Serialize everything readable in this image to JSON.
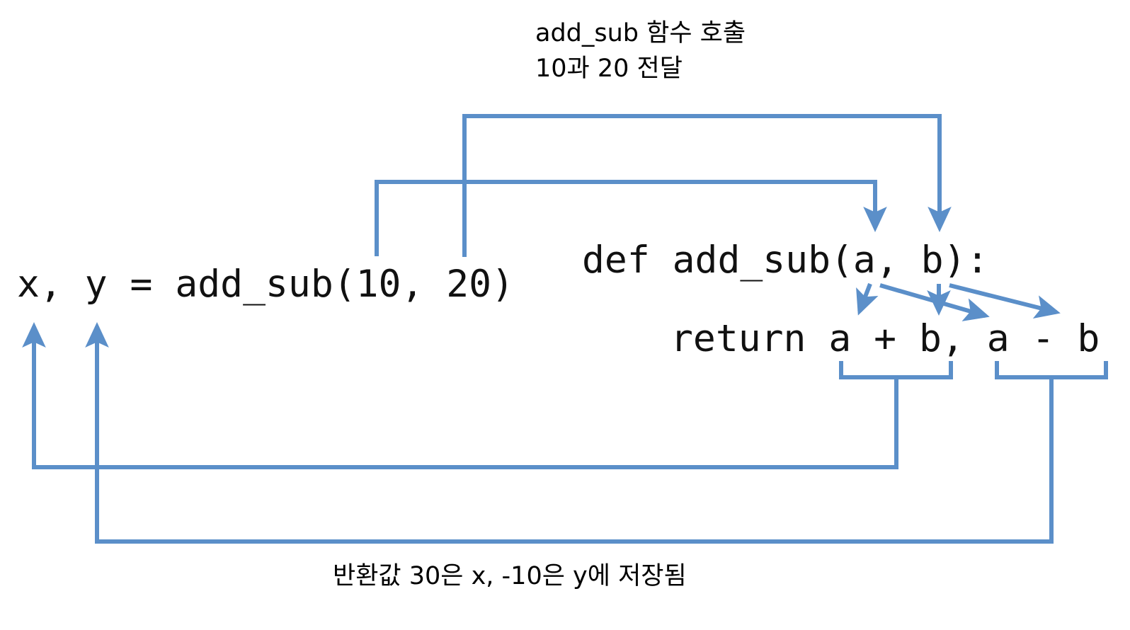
{
  "diagram": {
    "title_semantic": "python-function-call-return-flow",
    "background_color": "#ffffff",
    "line_color": "#5b8fc9",
    "text_color": "#111111",
    "captions": {
      "top": "add_sub 함수 호출\n10과 20 전달",
      "bottom": "반환값 30은 x, -10은 y에 저장됨"
    },
    "code": {
      "call_line": "x, y = add_sub(10, 20)",
      "def_line": "def add_sub(a, b):",
      "return_line": "return a + b, a - b"
    },
    "flow": {
      "arguments": [
        {
          "name": "arg-10",
          "from": "10",
          "to": "a"
        },
        {
          "name": "arg-20",
          "from": "20",
          "to": "b"
        }
      ],
      "parameter_uses": [
        {
          "name": "param-a-to-sum-a",
          "from": "a",
          "to": "a (a + b)"
        },
        {
          "name": "param-b-to-sum-b",
          "from": "b",
          "to": "b (a + b)"
        },
        {
          "name": "param-a-to-diff-a",
          "from": "a",
          "to": "a (a - b)"
        },
        {
          "name": "param-b-to-diff-b",
          "from": "b",
          "to": "b (a - b)"
        }
      ],
      "returns": [
        {
          "name": "return-sum",
          "expression": "a + b",
          "value": "30",
          "target": "x"
        },
        {
          "name": "return-diff",
          "expression": "a - b",
          "value": "-10",
          "target": "y"
        }
      ]
    }
  }
}
